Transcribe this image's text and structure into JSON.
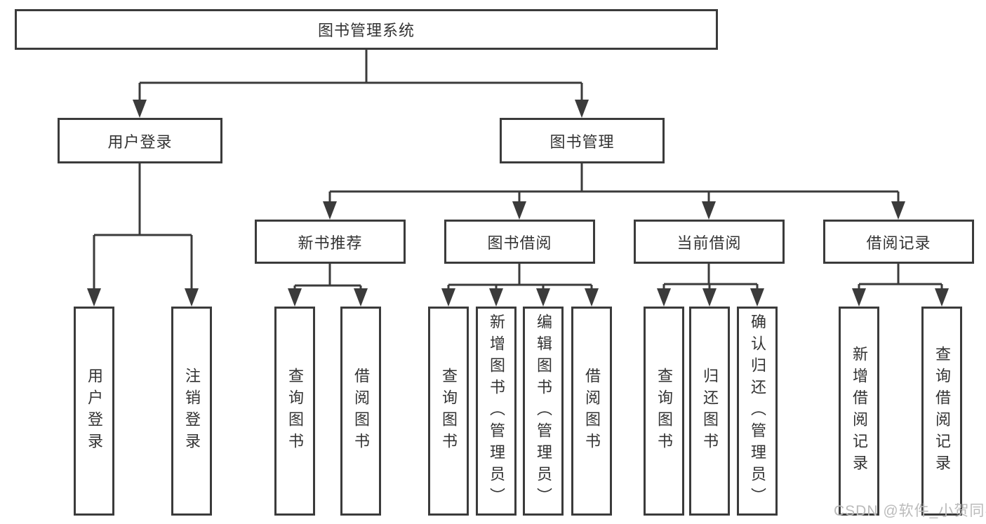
{
  "diagram_title": "图书管理系统",
  "nodes": {
    "root": "图书管理系统",
    "user_login_branch": "用户登录",
    "book_management_branch": "图书管理",
    "new_book_recommend": "新书推荐",
    "book_borrow": "图书借阅",
    "current_borrow": "当前借阅",
    "borrow_records": "借阅记录",
    "leaf_user_login": "用户登录",
    "leaf_logout": "注销登录",
    "leaf_nb_query_books": "查询图书",
    "leaf_nb_borrow_books": "借阅图书",
    "leaf_bb_query_books": "查询图书",
    "leaf_bb_add_books": "新增图书（管理员）",
    "leaf_bb_edit_books": "编辑图书（管理员）",
    "leaf_bb_borrow_books": "借阅图书",
    "leaf_cb_query_books": "查询图书",
    "leaf_cb_return_books": "归还图书",
    "leaf_cb_confirm_return": "确认归还（管理员）",
    "leaf_br_add_record": "新增借阅记录",
    "leaf_br_query_record": "查询借阅记录"
  },
  "watermark": "CSDN @软件_小贺同学",
  "colors": {
    "line": "#3b3b3b",
    "text": "#333333",
    "background": "#ffffff",
    "watermark": "#bbbbbb"
  }
}
